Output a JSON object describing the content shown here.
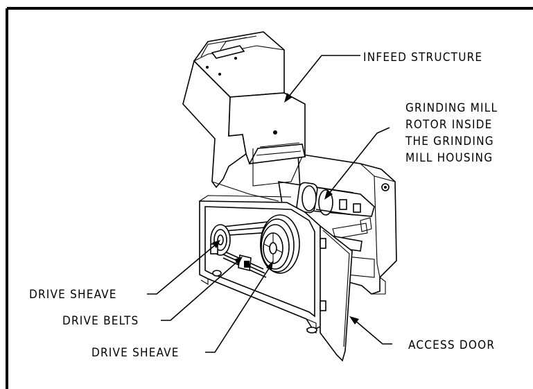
{
  "labels": {
    "infeed": "INFEED STRUCTURE",
    "rotor_line1": "GRINDING MILL",
    "rotor_line2": "ROTOR INSIDE",
    "rotor_line3": "THE GRINDING",
    "rotor_line4": "MILL HOUSING",
    "sheave_small": "DRIVE SHEAVE",
    "belts": "DRIVE BELTS",
    "sheave_large": "DRIVE SHEAVE",
    "door": "ACCESS DOOR"
  }
}
